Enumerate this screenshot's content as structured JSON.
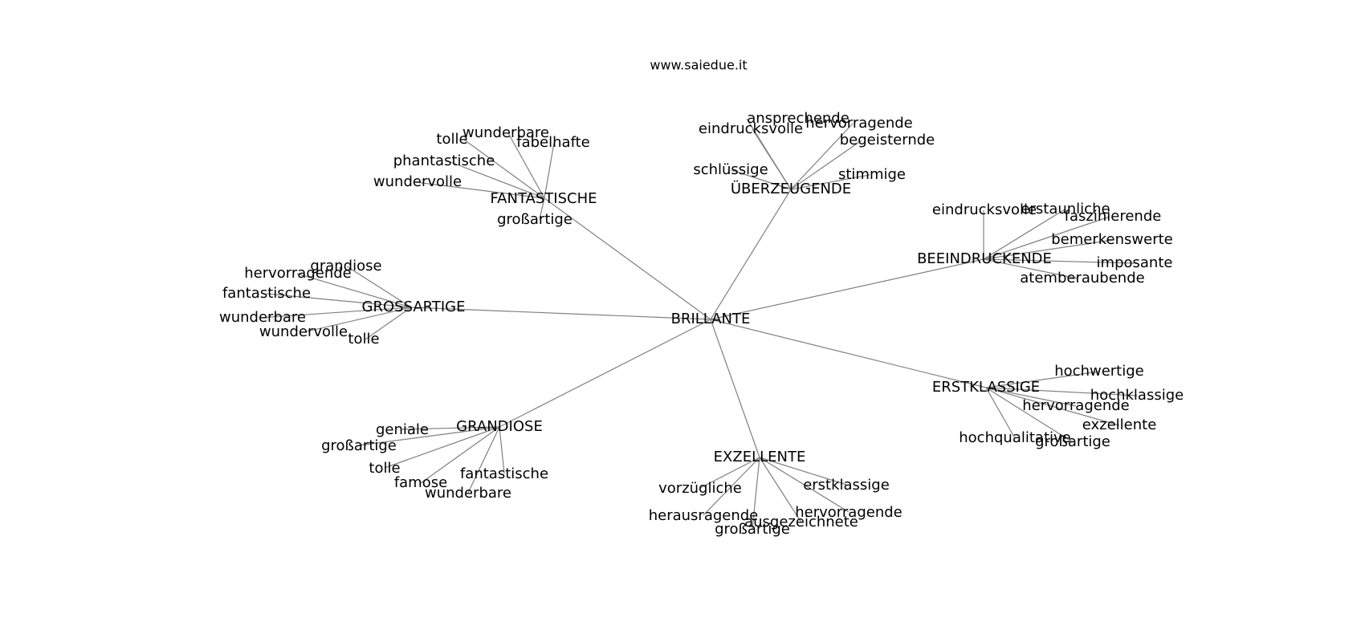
{
  "site": "www.saiedue.it",
  "root": "BRILLANTE",
  "colors": {
    "edge": "#808080",
    "text": "#000000",
    "background": "#ffffff"
  },
  "clusters": [
    {
      "hub": "FANTASTISCHE",
      "leaves": [
        "tolle",
        "wunderbare",
        "fabelhafte",
        "phantastische",
        "wundervolle",
        "großartige"
      ]
    },
    {
      "hub": "ÜBERZEUGENDE",
      "leaves": [
        "ansprechende",
        "eindrucksvolle",
        "hervorragende",
        "begeisternde",
        "schlüssige",
        "stimmige"
      ]
    },
    {
      "hub": "BEEINDRUCKENDE",
      "leaves": [
        "eindrucksvolle",
        "erstaunliche",
        "faszinierende",
        "bemerkenswerte",
        "imposante",
        "atemberaubende"
      ]
    },
    {
      "hub": "GROSSARTIGE",
      "leaves": [
        "grandiose",
        "hervorragende",
        "fantastische",
        "wunderbare",
        "wundervolle",
        "tolle"
      ]
    },
    {
      "hub": "ERSTKLASSIGE",
      "leaves": [
        "hochwertige",
        "hochklassige",
        "hervorragende",
        "exzellente",
        "hochqualitative",
        "großartige"
      ]
    },
    {
      "hub": "GRANDIOSE",
      "leaves": [
        "geniale",
        "großartige",
        "tolle",
        "famose",
        "fantastische",
        "wunderbare"
      ]
    },
    {
      "hub": "EXZELLENTE",
      "leaves": [
        "vorzügliche",
        "erstklassige",
        "herausragende",
        "hervorragende",
        "ausgezeichnete",
        "großartige"
      ]
    }
  ]
}
